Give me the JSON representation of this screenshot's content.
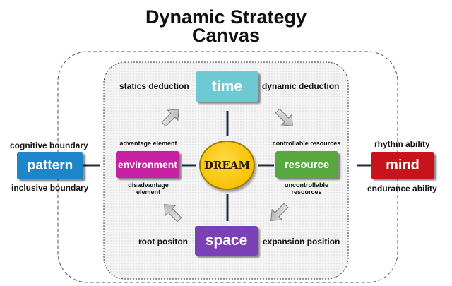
{
  "title": {
    "line1": "Dynamic Strategy",
    "line2": "Canvas"
  },
  "colors": {
    "time": "#6fc9d2",
    "space": "#7b3fb6",
    "environment": "#c521a2",
    "resource": "#57a93d",
    "pattern": "#1e86c8",
    "mind": "#c7141c",
    "dream": "#f7c300",
    "connector": "#1f2b3f"
  },
  "nodes": {
    "time": "time",
    "space": "space",
    "environment": "environment",
    "resource": "resource",
    "pattern": "pattern",
    "mind": "mind",
    "dream": "DREAM"
  },
  "labels": {
    "statics_deduction": "statics deduction",
    "dynamic_deduction": "dynamic deduction",
    "root_position": "root positon",
    "expansion_position": "expansion position",
    "advantage_element": "advantage element",
    "disadvantage_element": "disadvantage element",
    "controllable_resources": "controllable resources",
    "uncontrollable_resources": "uncontrollable resources",
    "cognitive_boundary": "cognitive boundary",
    "inclusive_boundary": "inclusive boundary",
    "rhythm_ability": "rhythm ability",
    "endurance_ability": "endurance ability"
  },
  "arrow_icons": [
    "arrow-up-right-icon",
    "arrow-down-right-icon",
    "arrow-down-right-icon",
    "arrow-up-left-icon"
  ]
}
